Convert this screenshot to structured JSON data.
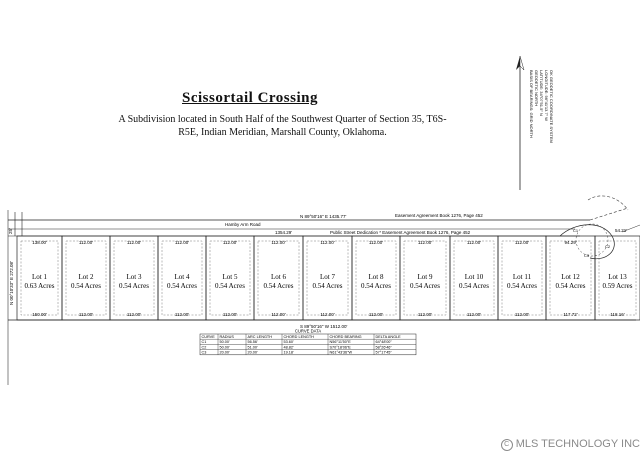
{
  "plat": {
    "title": "Scissortail Crossing",
    "subtitle": "A Subdivision located in South Half of the Southwest Quarter of Section 35, T6S-R5E, Indian Meridian, Marshall County, Oklahoma."
  },
  "north_arrow": {
    "lines": [
      "BASIS OF BEARINGS: GRID NORTH",
      "GEODETIC NORTH",
      "LATITUDE: 34°07'51.5\" N",
      "LONGITUDE: 96°41'13.7\" W",
      "OK GEODETIC COORDINATE SYSTEM"
    ]
  },
  "labels": {
    "north_line": "N 89°50'16\" E  1435.77'",
    "easement_top": "Easement Agreement Book 1276, Page 452",
    "road_name": "Hamby Arm Road",
    "road_dim": "1354.29'",
    "public_street": "Public Street Dedication * Easement Agreement Book 1276, Page 452",
    "south_line": "S 89°50'16\" W  1512.00'",
    "west_line": "N 00°10'33\" E  272.08'",
    "west_offset": "25'",
    "east_dim_top": "34.29'",
    "east_dim_side": "54.21'",
    "lot1_top": "138.00'",
    "lot1_bottom": "150.00'",
    "lot12_bottom": "117.72'",
    "lot13_bottom": "118.16'"
  },
  "lots": [
    {
      "name": "Lot 1",
      "area": "0.63 Acres",
      "top": "138.00'",
      "bottom": "150.00'"
    },
    {
      "name": "Lot 2",
      "area": "0.54 Acres",
      "top": "112.00'",
      "bottom": "112.00'"
    },
    {
      "name": "Lot 3",
      "area": "0.54 Acres",
      "top": "112.00'",
      "bottom": "112.00'"
    },
    {
      "name": "Lot 4",
      "area": "0.54 Acres",
      "top": "112.00'",
      "bottom": "112.00'"
    },
    {
      "name": "Lot 5",
      "area": "0.54 Acres",
      "top": "112.00'",
      "bottom": "112.00'"
    },
    {
      "name": "Lot 6",
      "area": "0.54 Acres",
      "top": "112.00'",
      "bottom": "112.00'"
    },
    {
      "name": "Lot 7",
      "area": "0.54 Acres",
      "top": "112.00'",
      "bottom": "112.00'"
    },
    {
      "name": "Lot 8",
      "area": "0.54 Acres",
      "top": "112.00'",
      "bottom": "112.00'"
    },
    {
      "name": "Lot 9",
      "area": "0.54 Acres",
      "top": "112.00'",
      "bottom": "112.00'"
    },
    {
      "name": "Lot 10",
      "area": "0.54 Acres",
      "top": "112.00'",
      "bottom": "112.00'"
    },
    {
      "name": "Lot 11",
      "area": "0.54 Acres",
      "top": "112.00'",
      "bottom": "112.00'"
    },
    {
      "name": "Lot 12",
      "area": "0.54 Acres",
      "top": "94.29'",
      "bottom": "117.72'"
    },
    {
      "name": "Lot 13",
      "area": "0.59 Acres",
      "top": "",
      "bottom": "118.16'"
    }
  ],
  "curve_table": {
    "title": "CURVE DATA",
    "headers": [
      "CURVE",
      "RADIUS",
      "ARC LENGTH",
      "CHORD LENGTH",
      "CHORD BEARING",
      "DELTA ANGLE"
    ],
    "rows": [
      [
        "C1",
        "50.00'",
        "56.56'",
        "53.60'",
        "N56°11'50\"E",
        "64°48'00\""
      ],
      [
        "C2",
        "50.00'",
        "51.00'",
        "48.82'",
        "S70°18'06\"E",
        "58°26'46\""
      ],
      [
        "C3",
        "20.00'",
        "20.00'",
        "19.18'",
        "N61°43'36\"W",
        "57°17'45\""
      ]
    ]
  },
  "watermark": "MLS TECHNOLOGY INC"
}
